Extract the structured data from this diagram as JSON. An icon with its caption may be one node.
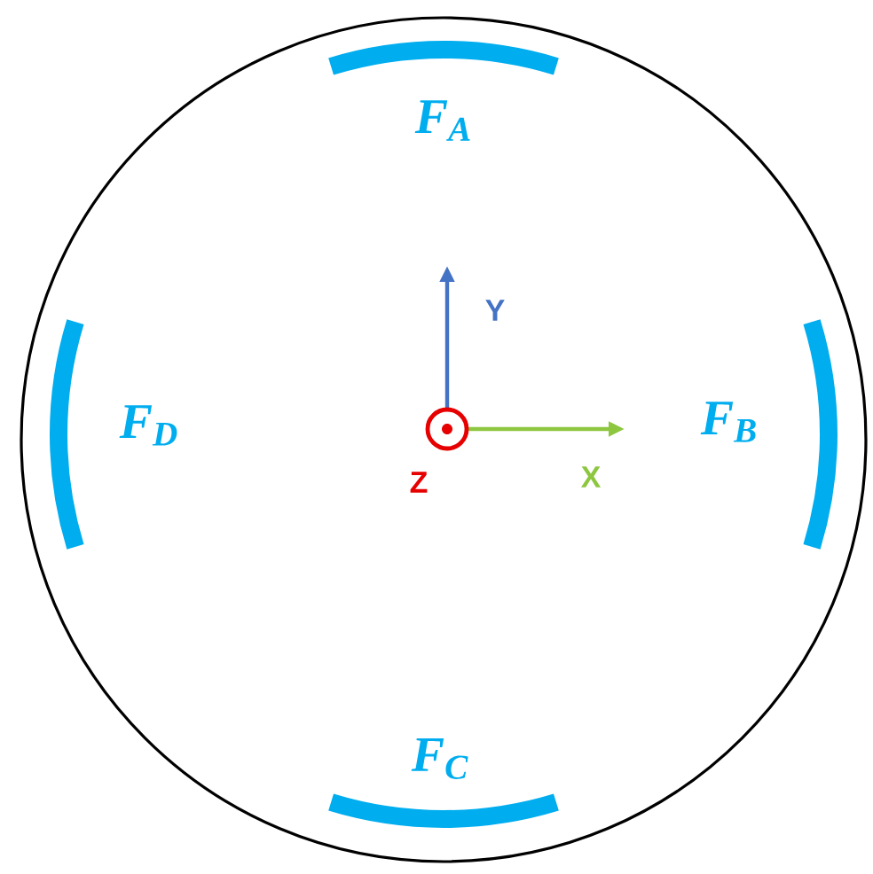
{
  "diagram": {
    "nodes": [
      {
        "text": [],
        "shape": "bar",
        "beside": [
          "F$_{A}$"
        ]
      },
      {
        "text": [],
        "shape": "bar",
        "beside": [
          "F$_{D}$"
        ]
      },
      {
        "text": [],
        "shape": "bar",
        "beside": [
          "F$_{B}$"
        ]
      },
      {
        "text": [],
        "shape": "bar",
        "beside": [
          "F$_{C}$"
        ]
      }
    ],
    "labels": [
      "Y",
      "Z",
      "X"
    ]
  }
}
